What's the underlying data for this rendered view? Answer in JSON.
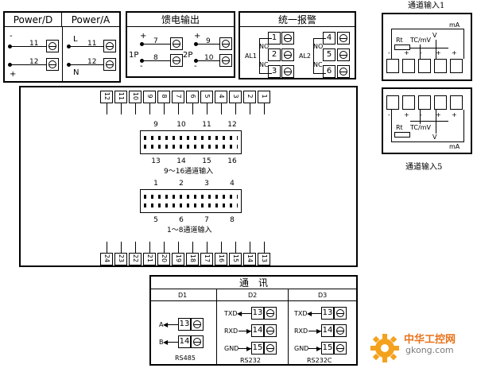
{
  "power": {
    "title_d": "Power/D",
    "title_a": "Power/A",
    "d_minus": "-",
    "d_plus": "+",
    "d_term_top": "11",
    "d_term_bottom": "12",
    "a_l": "L",
    "a_n": "N",
    "a_term_top": "11",
    "a_term_bottom": "12"
  },
  "feed": {
    "title": "馈电输出",
    "plus_1": "+",
    "minus_1": "-",
    "plus_2": "+",
    "minus_2": "-",
    "label_1p": "1P",
    "label_2p": "2P",
    "t7": "7",
    "t8": "8",
    "t9": "9",
    "t10": "10"
  },
  "alarm": {
    "title": "统一报警",
    "al1": "AL1",
    "al2": "AL2",
    "no1": "NO",
    "nc1": "NC",
    "no2": "NO",
    "nc2": "NC",
    "t1": "1",
    "t2": "2",
    "t3": "3",
    "t4": "4",
    "t5": "5",
    "t6": "6"
  },
  "input1": {
    "caption": "通道输入1",
    "rt": "Rt",
    "tcmv": "TC/mV",
    "v": "V",
    "ma": "mA",
    "signs": [
      "-",
      "+",
      "-",
      "+",
      "+"
    ]
  },
  "input5": {
    "caption": "通道输入5",
    "rt": "Rt",
    "tcmv": "TC/mV",
    "v": "V",
    "ma": "mA",
    "signs": [
      "-",
      "+",
      "-",
      "+",
      "+"
    ]
  },
  "board": {
    "top_strip": [
      "12",
      "11",
      "10",
      "9",
      "8",
      "7",
      "6",
      "5",
      "4",
      "3",
      "2",
      "1"
    ],
    "bottom_strip": [
      "24",
      "23",
      "22",
      "21",
      "20",
      "19",
      "18",
      "17",
      "16",
      "15",
      "14",
      "13"
    ],
    "upper_top_nums": [
      "9",
      "10",
      "11",
      "12"
    ],
    "upper_bottom_nums": [
      "13",
      "14",
      "15",
      "16"
    ],
    "upper_caption": "9～16通道输入",
    "lower_top_nums": [
      "1",
      "2",
      "3",
      "4"
    ],
    "lower_bottom_nums": [
      "5",
      "6",
      "7",
      "8"
    ],
    "lower_caption": "1～8通道输入"
  },
  "comm": {
    "title": "通　讯",
    "d1": {
      "title": "D1",
      "a": "A",
      "b": "B",
      "t13": "13",
      "t14": "14",
      "proto": "RS485"
    },
    "d2": {
      "title": "D2",
      "txd": "TXD",
      "rxd": "RXD",
      "gnd": "GND",
      "t13": "13",
      "t14": "14",
      "t15": "15",
      "proto": "RS232"
    },
    "d3": {
      "title": "D3",
      "txd": "TXD",
      "rxd": "RXD",
      "gnd": "GND",
      "t13": "13",
      "t14": "14",
      "t15": "15",
      "proto": "RS232C"
    }
  },
  "watermark": {
    "cn": "中华工控网",
    "en": "gkong.com"
  }
}
